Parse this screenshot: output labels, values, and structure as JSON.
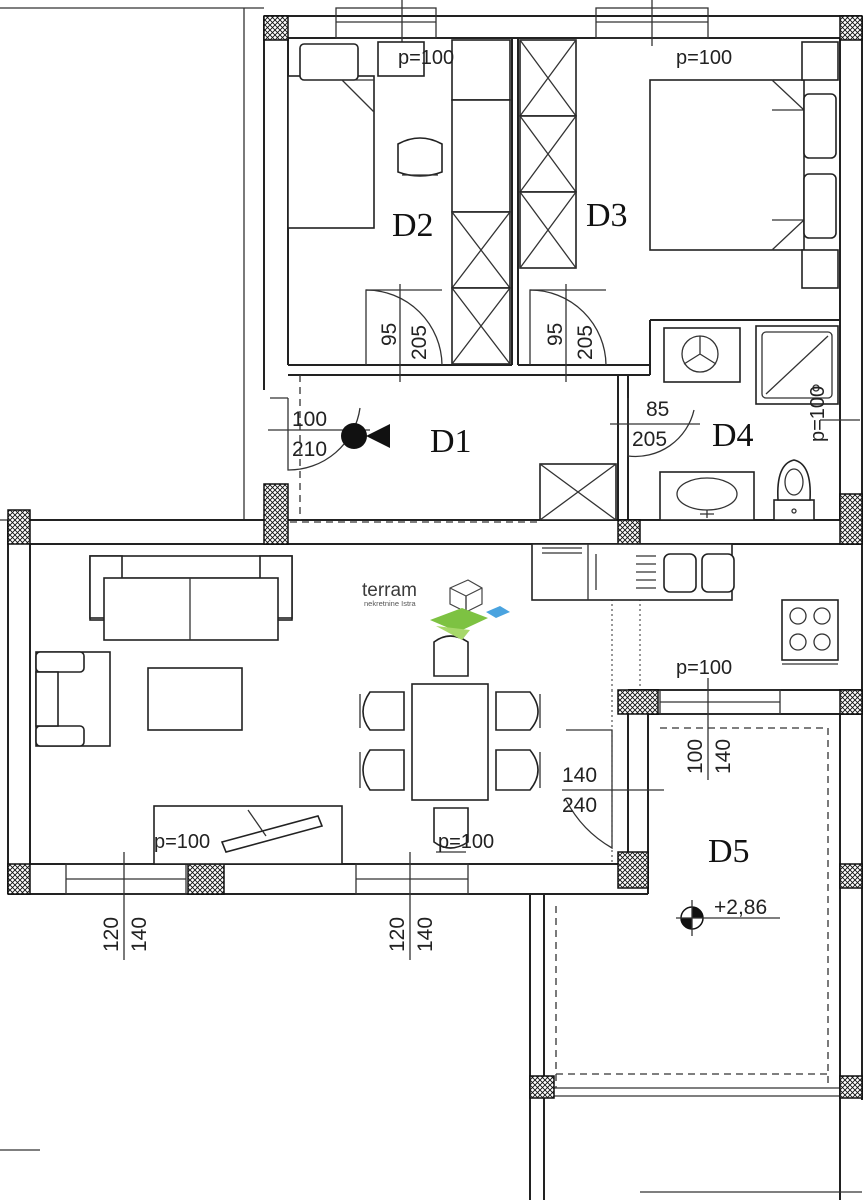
{
  "rooms": {
    "d1": "D1",
    "d2": "D2",
    "d3": "D3",
    "d4": "D4",
    "d5": "D5"
  },
  "labels": {
    "p_d2": "p=100",
    "p_d3": "p=100",
    "p_d4": "p=100",
    "p_kitchen": "p=100",
    "p_living_left": "p=100",
    "p_living_mid": "p=100"
  },
  "doors": {
    "d2_width": "95",
    "d2_height": "205",
    "d3_width": "95",
    "d3_height": "205",
    "entry_width": "100",
    "entry_height": "210",
    "d4_width": "85",
    "d4_height": "205",
    "terrace_width": "140",
    "terrace_height": "240"
  },
  "windows": {
    "living_left_w": "120",
    "living_left_h": "140",
    "living_mid_w": "120",
    "living_mid_h": "140",
    "kitchen_w": "100",
    "kitchen_h": "140"
  },
  "elevation": "+2,86",
  "logo": {
    "name": "terram",
    "tagline": "nekretnine Istra"
  },
  "colors": {
    "line": "#222222",
    "logo_green": "#7dc242",
    "logo_blue": "#4aa3df"
  }
}
